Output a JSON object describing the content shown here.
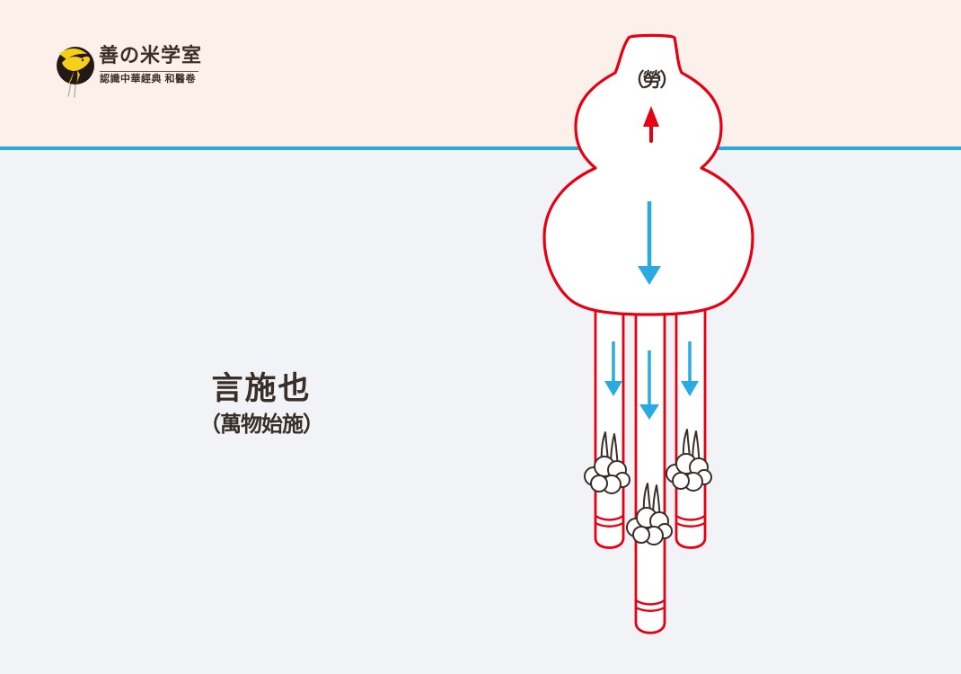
{
  "slide": {
    "logo": {
      "title": "善の米学室",
      "subtitle": "認識中華經典 和醫卷",
      "icon": "swallow-bird-icon"
    },
    "diagram": {
      "gourd_label": "（勞）",
      "description": "gourd-shaped tuber with neck above ground line and three roots below",
      "roots_count": 3,
      "arrows": [
        {
          "direction": "up",
          "color": "red",
          "area": "above-ground neck"
        },
        {
          "direction": "down",
          "color": "blue",
          "area": "gourd body"
        },
        {
          "direction": "down",
          "color": "blue",
          "area": "left root"
        },
        {
          "direction": "down",
          "color": "blue",
          "area": "middle root"
        },
        {
          "direction": "down",
          "color": "blue",
          "area": "right root"
        }
      ]
    },
    "caption": {
      "title": "言施也",
      "subtitle": "（萬物始施）"
    }
  },
  "colors": {
    "red": "#e60012",
    "blue": "#29abe2",
    "cream": "#fbf0ea",
    "soil": "#f1f3f7",
    "ink": "#3a2e29",
    "logo_circle": "#231815",
    "bird_yellow": "#f5cf1b",
    "tail_gray": "#b7b1ac"
  }
}
